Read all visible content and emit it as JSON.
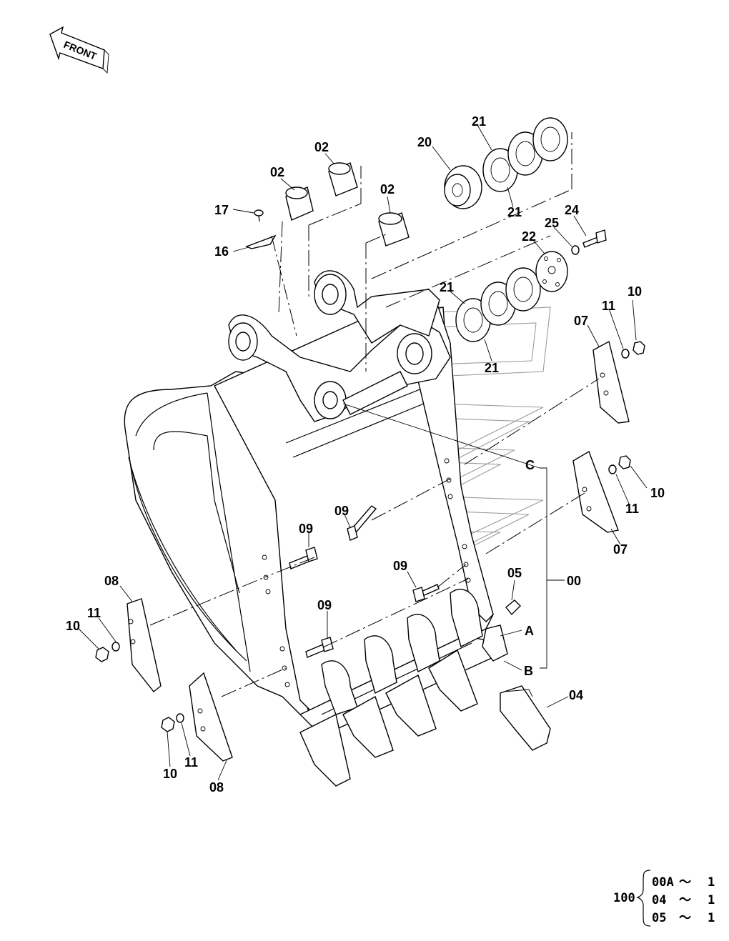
{
  "front_arrow": {
    "text": "FRONT"
  },
  "callouts": [
    {
      "id": "c-02a",
      "text": "02"
    },
    {
      "id": "c-02b",
      "text": "02"
    },
    {
      "id": "c-02c",
      "text": "02"
    },
    {
      "id": "c-17",
      "text": "17"
    },
    {
      "id": "c-16",
      "text": "16"
    },
    {
      "id": "c-20",
      "text": "20"
    },
    {
      "id": "c-21a",
      "text": "21"
    },
    {
      "id": "c-21b",
      "text": "21"
    },
    {
      "id": "c-21c",
      "text": "21"
    },
    {
      "id": "c-21d",
      "text": "21"
    },
    {
      "id": "c-24",
      "text": "24"
    },
    {
      "id": "c-25",
      "text": "25"
    },
    {
      "id": "c-22",
      "text": "22"
    },
    {
      "id": "c-10a",
      "text": "10"
    },
    {
      "id": "c-11a",
      "text": "11"
    },
    {
      "id": "c-07a",
      "text": "07"
    },
    {
      "id": "c-C",
      "text": "C"
    },
    {
      "id": "c-10b",
      "text": "10"
    },
    {
      "id": "c-11b",
      "text": "11"
    },
    {
      "id": "c-07b",
      "text": "07"
    },
    {
      "id": "c-09a",
      "text": "09"
    },
    {
      "id": "c-09b",
      "text": "09"
    },
    {
      "id": "c-09c",
      "text": "09"
    },
    {
      "id": "c-09d",
      "text": "09"
    },
    {
      "id": "c-05",
      "text": "05"
    },
    {
      "id": "c-00",
      "text": "00"
    },
    {
      "id": "c-A",
      "text": "A"
    },
    {
      "id": "c-B",
      "text": "B"
    },
    {
      "id": "c-04",
      "text": "04"
    },
    {
      "id": "c-08a",
      "text": "08"
    },
    {
      "id": "c-11c",
      "text": "11"
    },
    {
      "id": "c-10c",
      "text": "10"
    },
    {
      "id": "c-10d",
      "text": "10"
    },
    {
      "id": "c-11d",
      "text": "11"
    },
    {
      "id": "c-08b",
      "text": "08"
    }
  ],
  "legend": {
    "main": "100",
    "rows": [
      {
        "code": "00A",
        "sep": "～",
        "qty": "1"
      },
      {
        "code": "04",
        "sep": "～",
        "qty": "1"
      },
      {
        "code": "05",
        "sep": "～",
        "qty": "1"
      }
    ]
  }
}
